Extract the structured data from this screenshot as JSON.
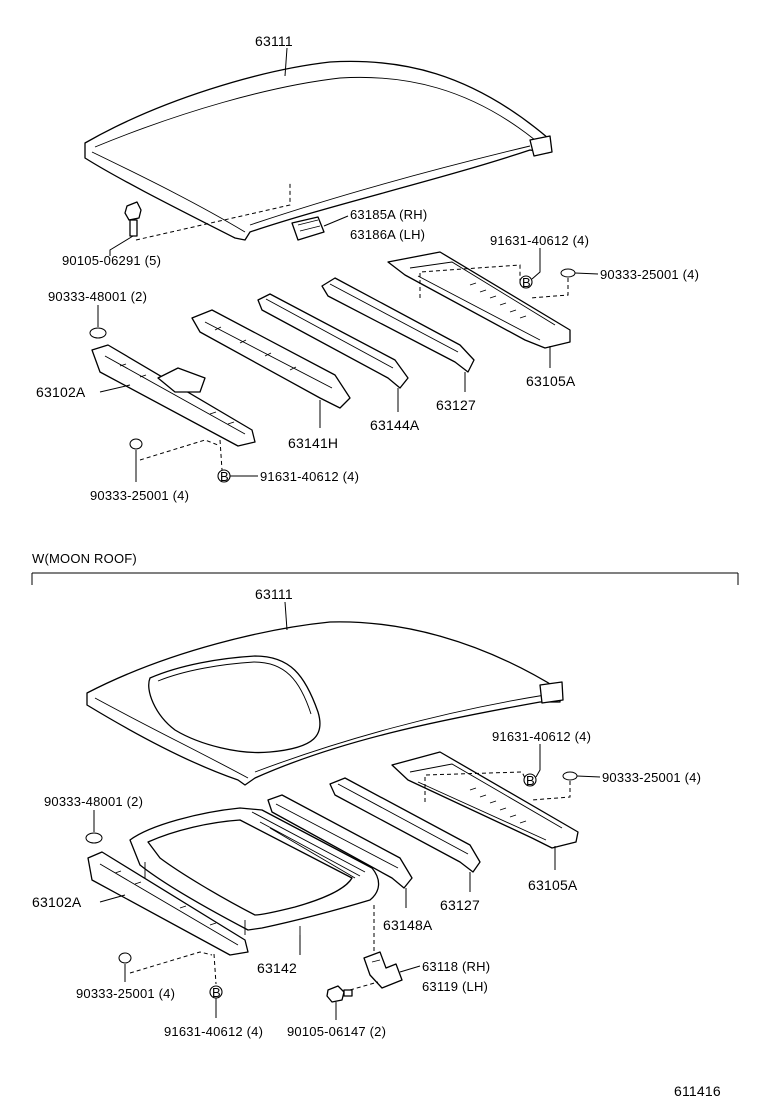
{
  "diagram_id": "611416",
  "section_std": {
    "roof_panel": "63111",
    "bracket_lower": "63185A (RH)",
    "bracket_lower_lh": "63186A (LH)",
    "bolt": "90105-06291 (5)",
    "bolt_b": "91631-40612 (4)",
    "clip_right": "90333-25001 (4)",
    "clip_left_top": "90333-48001 (2)",
    "rail_front": "63102A",
    "rail_rear": "63105A",
    "bow_1": "63141H",
    "bow_2": "63144A",
    "bow_3": "63127",
    "bolt_b_lower": "91631-40612 (4)",
    "clip_left_bottom": "90333-25001 (4)",
    "marker": "B"
  },
  "section_moon": {
    "heading": "W(MOON ROOF)",
    "roof_panel": "63111",
    "bolt_b": "91631-40612 (4)",
    "clip_right": "90333-25001 (4)",
    "clip_left_top": "90333-48001 (2)",
    "rail_front": "63102A",
    "rail_rear": "63105A",
    "bow_3": "63127",
    "bow_2": "63148A",
    "frame": "63142",
    "bracket_rh": "63118 (RH)",
    "bracket_lh": "63119 (LH)",
    "clip_left_bottom": "90333-25001 (4)",
    "bolt_b_lower": "91631-40612 (4)",
    "bolt_lower": "90105-06147 (2)",
    "marker": "B"
  }
}
